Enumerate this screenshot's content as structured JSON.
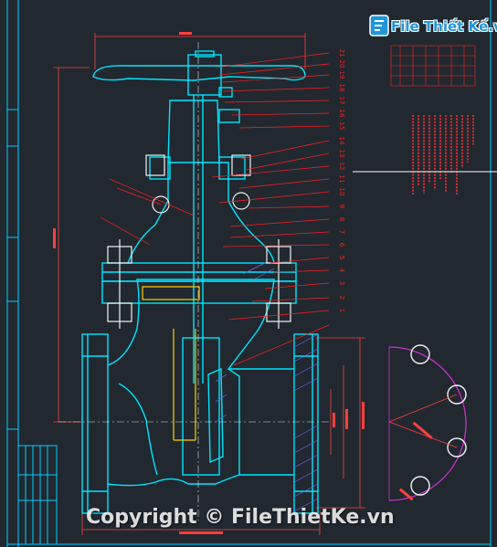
{
  "watermark": {
    "logo_text": "File Thiết Kế.vn",
    "copyright": "Copyright © FileThietKe.vn"
  },
  "colors": {
    "background": "#212830",
    "outline": "#00e5ff",
    "leader": "#ff2020",
    "dimension": "#ff4040",
    "bolt": "#f2f2f2",
    "center": "#e0e0e0",
    "hatch": "#6a6aff",
    "packing": "#ffd000",
    "flange_circle": "#d030d0",
    "frame": "#00d0ff"
  },
  "icons": {
    "logo": "file-thiet-ke-logo-icon"
  },
  "part_balloons": [
    "21",
    "20",
    "19",
    "18",
    "17",
    "16",
    "15",
    "14",
    "13",
    "12",
    "11",
    "10",
    "9",
    "8",
    "7",
    "6",
    "5",
    "4",
    "3",
    "2",
    "1"
  ]
}
